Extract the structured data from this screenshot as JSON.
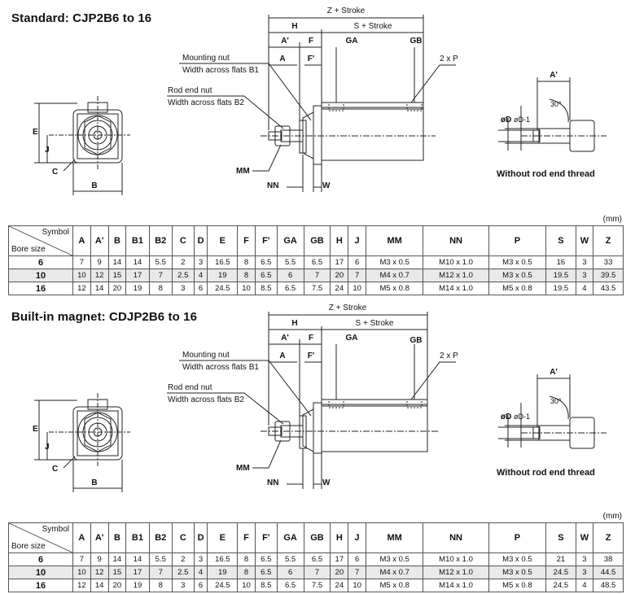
{
  "sections": [
    {
      "title": "Standard: CJP2B6 to 16",
      "drawing": {
        "labels": {
          "z_stroke": "Z + Stroke",
          "h": "H",
          "s_stroke": "S + Stroke",
          "a_prime": "A'",
          "f": "F",
          "ga": "GA",
          "gb": "GB",
          "a": "A",
          "f_prime": "F'",
          "two_p": "2 x P",
          "mounting_nut": "Mounting nut",
          "width_b1": "Width across flats B1",
          "rod_end_nut": "Rod end nut",
          "width_b2": "Width across flats B2",
          "mm": "MM",
          "nn": "NN",
          "w": "W",
          "e": "E",
          "j": "J",
          "c": "C",
          "b": "B",
          "od": "øD",
          "od1": "øD-1",
          "angle": "30°",
          "a_prime_side": "A'",
          "without_thread": "Without rod end thread"
        }
      },
      "unit": "(mm)",
      "table": {
        "corner_symbol": "Symbol",
        "corner_bore": "Bore size",
        "headers": [
          "A",
          "A'",
          "B",
          "B1",
          "B2",
          "C",
          "D",
          "E",
          "F",
          "F'",
          "GA",
          "GB",
          "H",
          "J",
          "MM",
          "NN",
          "P",
          "S",
          "W",
          "Z"
        ],
        "rows": [
          {
            "bore": "6",
            "values": [
              "7",
              "9",
              "14",
              "14",
              "5.5",
              "2",
              "3",
              "16.5",
              "8",
              "6.5",
              "5.5",
              "6.5",
              "17",
              "6",
              "M3 x 0.5",
              "M10 x 1.0",
              "M3 x 0.5",
              "16",
              "3",
              "33"
            ]
          },
          {
            "bore": "10",
            "values": [
              "10",
              "12",
              "15",
              "17",
              "7",
              "2.5",
              "4",
              "19",
              "8",
              "6.5",
              "6",
              "7",
              "20",
              "7",
              "M4 x 0.7",
              "M12 x 1.0",
              "M3 x 0.5",
              "19.5",
              "3",
              "39.5"
            ]
          },
          {
            "bore": "16",
            "values": [
              "12",
              "14",
              "20",
              "19",
              "8",
              "3",
              "6",
              "24.5",
              "10",
              "8.5",
              "6.5",
              "7.5",
              "24",
              "10",
              "M5 x 0.8",
              "M14 x 1.0",
              "M5 x 0.8",
              "19.5",
              "4",
              "43.5"
            ]
          }
        ]
      }
    },
    {
      "title": "Built-in magnet: CDJP2B6 to 16",
      "drawing": {
        "labels": {
          "z_stroke": "Z + Stroke",
          "h": "H",
          "s_stroke": "S + Stroke",
          "a_prime": "A'",
          "f": "F",
          "ga": "GA",
          "gb": "GB",
          "a": "A",
          "f_prime": "F'",
          "two_p": "2 x P",
          "mounting_nut": "Mounting nut",
          "width_b1": "Width across flats B1",
          "rod_end_nut": "Rod end nut",
          "width_b2": "Width across flats B2",
          "mm": "MM",
          "nn": "NN",
          "w": "W",
          "e": "E",
          "j": "J",
          "c": "C",
          "b": "B",
          "od": "øD",
          "od1": "øD-1",
          "angle": "30°",
          "a_prime_side": "A'",
          "without_thread": "Without rod end thread"
        }
      },
      "unit": "(mm)",
      "table": {
        "corner_symbol": "Symbol",
        "corner_bore": "Bore size",
        "headers": [
          "A",
          "A'",
          "B",
          "B1",
          "B2",
          "C",
          "D",
          "E",
          "F",
          "F'",
          "GA",
          "GB",
          "H",
          "J",
          "MM",
          "NN",
          "P",
          "S",
          "W",
          "Z"
        ],
        "rows": [
          {
            "bore": "6",
            "values": [
              "7",
              "9",
              "14",
              "14",
              "5.5",
              "2",
              "3",
              "16.5",
              "8",
              "6.5",
              "5.5",
              "6.5",
              "17",
              "6",
              "M3 x 0.5",
              "M10 x 1.0",
              "M3 x 0.5",
              "21",
              "3",
              "38"
            ]
          },
          {
            "bore": "10",
            "values": [
              "10",
              "12",
              "15",
              "17",
              "7",
              "2.5",
              "4",
              "19",
              "8",
              "6.5",
              "6",
              "7",
              "20",
              "7",
              "M4 x 0.7",
              "M12 x 1.0",
              "M3 x 0.5",
              "24.5",
              "3",
              "44.5"
            ]
          },
          {
            "bore": "16",
            "values": [
              "12",
              "14",
              "20",
              "19",
              "8",
              "3",
              "6",
              "24.5",
              "10",
              "8.5",
              "6.5",
              "7.5",
              "24",
              "10",
              "M5 x 0.8",
              "M14 x 1.0",
              "M5 x 0.8",
              "24.5",
              "4",
              "48.5"
            ]
          }
        ]
      }
    }
  ]
}
